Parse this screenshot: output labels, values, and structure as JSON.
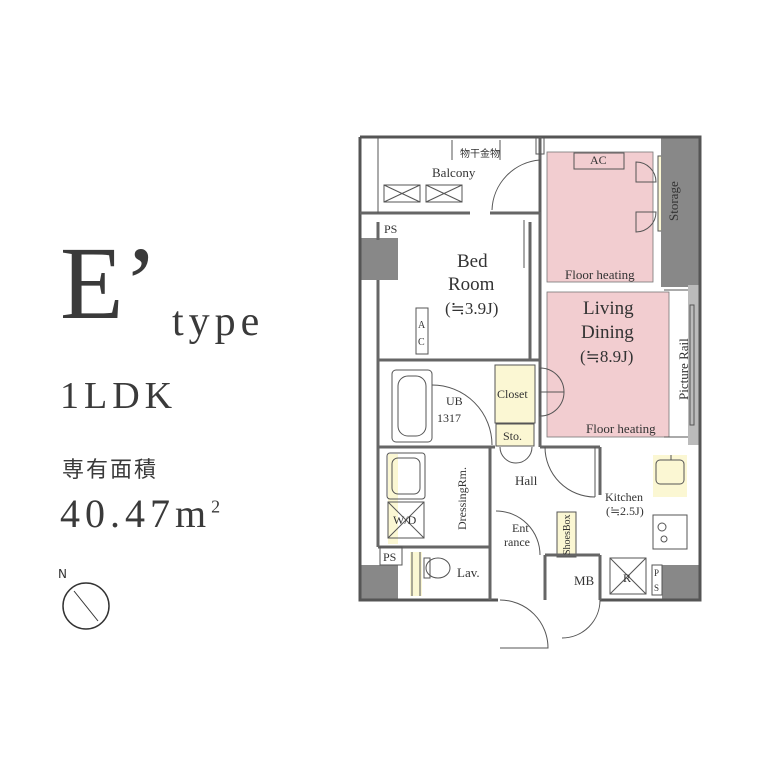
{
  "title": {
    "letter": "E",
    "mark": "’",
    "suffix": "type"
  },
  "plan_type": "1LDK",
  "area": {
    "label": "専有面積",
    "value": "40.47",
    "unit": "m",
    "unit_power": "2"
  },
  "compass": {
    "north": "N"
  },
  "colors": {
    "floor_heating": "#f2cdd0",
    "storage": "#fbf7d3",
    "wall": "#888888",
    "line": "#555555"
  },
  "rooms": {
    "balcony": "Balcony",
    "hanger": "物干金物",
    "ac": "AC",
    "storage": "Storage",
    "ps_top": "PS",
    "bedroom_line1": "Bed",
    "bedroom_line2": "Room",
    "bedroom_size": "(≒3.9J)",
    "bedroom_ac_a": "A",
    "bedroom_ac_c": "C",
    "floor_heating_top": "Floor heating",
    "living_line1": "Living",
    "living_line2": "Dining",
    "living_size": "(≒8.9J)",
    "picture_rail": "Picture Rail",
    "closet": "Closet",
    "ub": "UB",
    "ub_size": "1317",
    "floor_heating_bottom": "Floor heating",
    "sto": "Sto.",
    "hall": "Hall",
    "dressing": "DressingRm.",
    "wd": "W/D",
    "kitchen": "Kitchen",
    "kitchen_size": "(≒2.5J)",
    "entrance_1": "Ent",
    "entrance_2": "rance",
    "shoes_box": "ShoesBox",
    "ps_bottom": "PS",
    "lav": "Lav.",
    "mb": "MB",
    "r": "R",
    "ps_small_p": "P",
    "ps_small_s": "S"
  }
}
